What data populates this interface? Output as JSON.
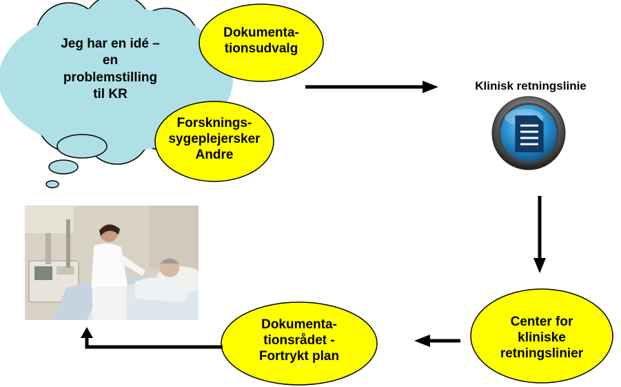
{
  "thought_bubble": {
    "lines": [
      "Jeg har en idé –",
      "en",
      "problemstilling",
      "til KR"
    ],
    "fill": "#aee0e6"
  },
  "node_dokumentationsudvalg": {
    "lines": [
      "Dokumenta-",
      "tionsudvalg"
    ]
  },
  "node_forskning": {
    "lines": [
      "Forsknings-",
      "sygeplejersker",
      "Andre"
    ]
  },
  "node_klinisk": {
    "label": "Klinisk retningslinie",
    "icon": "document-icon"
  },
  "node_center": {
    "lines": [
      "Center for",
      "kliniske",
      "retningslinier"
    ]
  },
  "node_dokumentationsraadet": {
    "lines": [
      "Dokumenta-",
      "tionsrådet -",
      "Fortrykt plan"
    ]
  },
  "photo": {
    "icon": "nurse-patient-photo"
  },
  "colors": {
    "ellipse_fill": "#ffff00",
    "arrow": "#000000",
    "outline": "#000000"
  }
}
